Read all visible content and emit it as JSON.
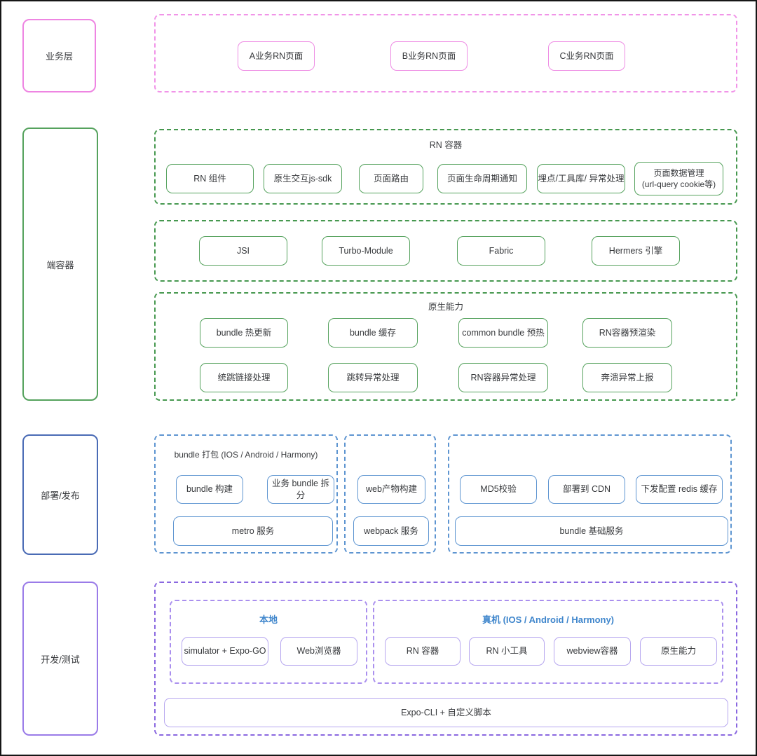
{
  "colors": {
    "pink": "#ee85e2",
    "green": "#55a25d",
    "blue": "#5e95d1",
    "indigo": "#4a6bb5",
    "purple": "#9a7be8",
    "purple_light": "#b6a6ef",
    "section_title_blue": "#3f86cc",
    "text": "#37393c",
    "background": "#ffffff"
  },
  "layers": {
    "business": {
      "label": "业务层",
      "pages": [
        "A业务RN页面",
        "B业务RN页面",
        "C业务RN页面"
      ]
    },
    "container": {
      "label": "端容器",
      "rn_container": {
        "title": "RN 容器",
        "items": [
          "RN 组件",
          "原生交互js-sdk",
          "页面路由",
          "页面生命周期通知",
          "埋点/工具库/ 异常处理",
          "页面数据管理\n(url-query  cookie等)"
        ]
      },
      "engine": {
        "items": [
          "JSI",
          "Turbo-Module",
          "Fabric",
          "Hermers 引擎"
        ]
      },
      "native": {
        "title": "原生能力",
        "row1": [
          "bundle 热更新",
          "bundle 缓存",
          "common bundle 预热",
          "RN容器预渲染"
        ],
        "row2": [
          "统跳链接处理",
          "跳转异常处理",
          "RN容器异常处理",
          "奔溃异常上报"
        ]
      }
    },
    "deploy": {
      "label": "部署/发布",
      "bundle_pack": {
        "title": "bundle 打包  (IOS / Android / Harmony)",
        "items": [
          "bundle 构建",
          "业务 bundle 拆分"
        ],
        "footer": "metro 服务"
      },
      "web": {
        "items": [
          "web产物构建"
        ],
        "footer": "webpack 服务"
      },
      "publish": {
        "items": [
          "MD5校验",
          "部署到 CDN",
          "下发配置 redis 缓存"
        ],
        "footer": "bundle 基础服务"
      }
    },
    "dev": {
      "label": "开发/测试",
      "local": {
        "title": "本地",
        "items": [
          "simulator + Expo-GO",
          "Web浏览器"
        ]
      },
      "device": {
        "title": "真机 (IOS / Android / Harmony)",
        "items": [
          "RN 容器",
          "RN 小工具",
          "webview容器",
          "原生能力"
        ]
      },
      "footer": "Expo-CLI + 自定义脚本"
    }
  }
}
